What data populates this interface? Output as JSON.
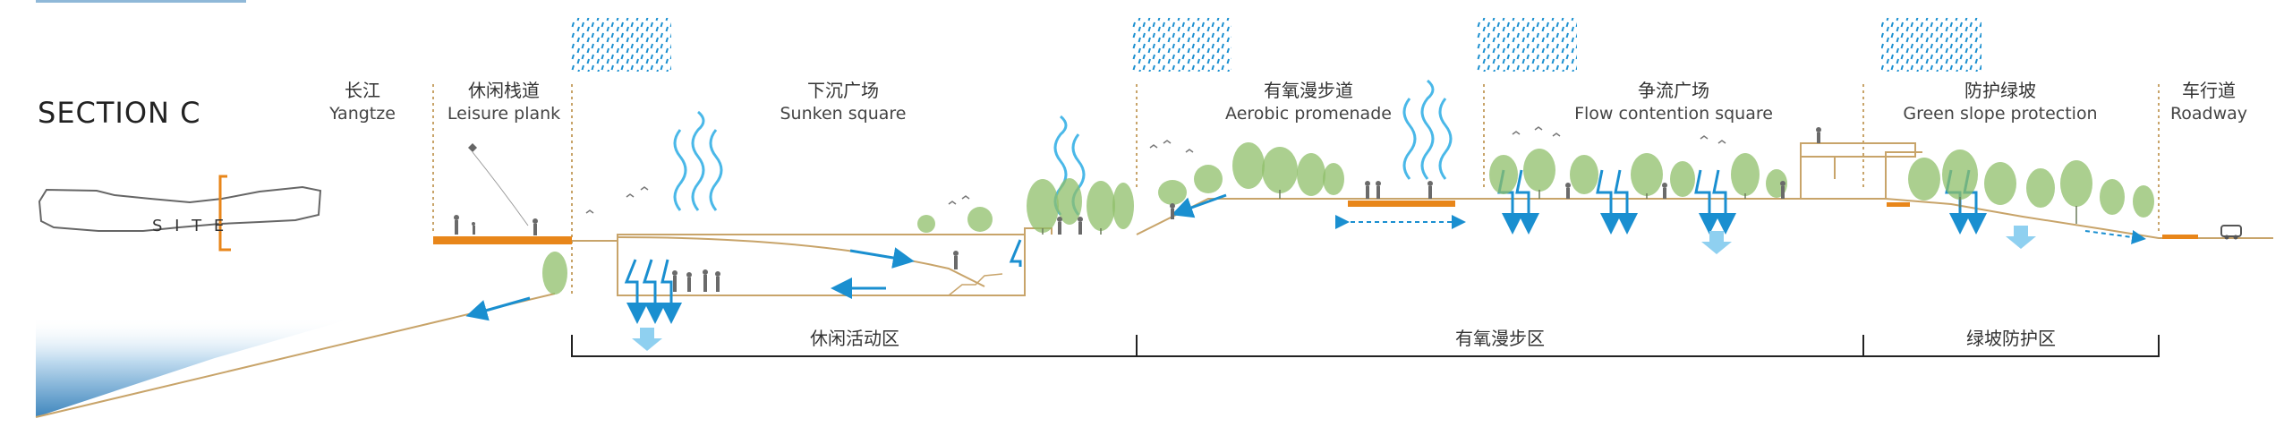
{
  "section_title": "SECTION  C",
  "site_label": "S I T E",
  "segments": [
    {
      "zh": "长江",
      "en": "Yangtze"
    },
    {
      "zh": "休闲栈道",
      "en": "Leisure plank"
    },
    {
      "zh": "下沉广场",
      "en": "Sunken square"
    },
    {
      "zh": "有氧漫步道",
      "en": "Aerobic promenade"
    },
    {
      "zh": "争流广场",
      "en": "Flow contention square"
    },
    {
      "zh": "防护绿坡",
      "en": "Green slope protection"
    },
    {
      "zh": "车行道",
      "en": "Roadway"
    }
  ],
  "zones": [
    {
      "label": "休闲活动区"
    },
    {
      "label": "有氧漫步区"
    },
    {
      "label": "绿坡防护区"
    }
  ],
  "colors": {
    "water_blue": "#1a8fd0",
    "ground_line": "#c8a46a",
    "plank_orange": "#e8861a",
    "foliage": "#8fbf6a",
    "river": "#5a9cc9"
  },
  "icons": [
    "rain-icon",
    "evaporation-icon",
    "infiltration-icon",
    "tree-icon",
    "person-icon",
    "bird-icon",
    "car-icon"
  ]
}
